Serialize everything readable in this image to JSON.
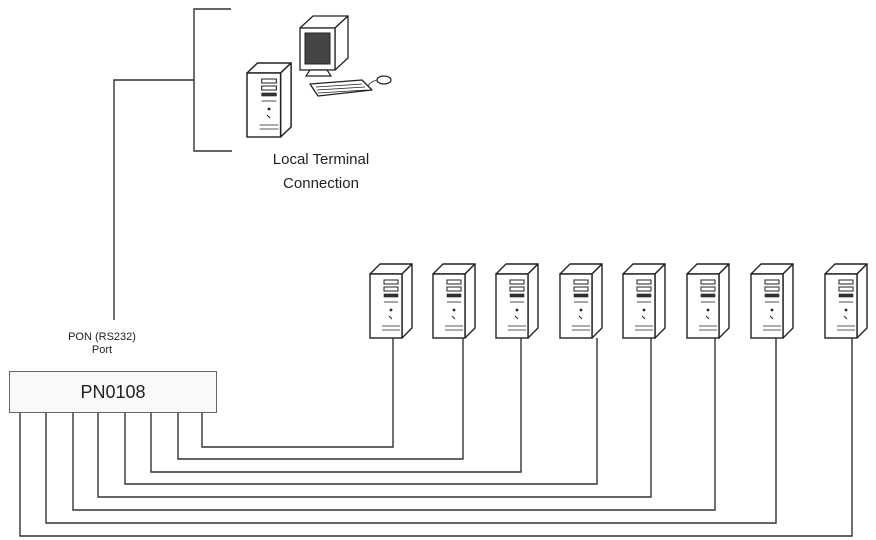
{
  "labels": {
    "local_line1": "Local Terminal",
    "local_line2": "Connection",
    "port_line1": "PON (RS232)",
    "port_line2": "Port",
    "device": "PN0108"
  },
  "icons": {
    "workstation": "desktop-computer-icon",
    "server": "tower-server-icon"
  },
  "server_count": 8,
  "colors": {
    "line": "#333333",
    "device_border": "#666666"
  }
}
